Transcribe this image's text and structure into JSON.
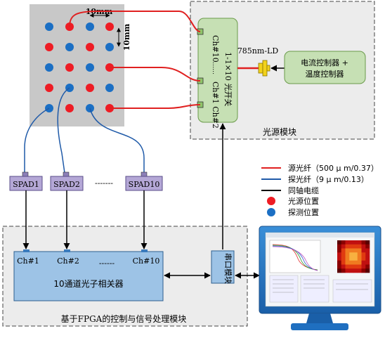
{
  "grid": {
    "spacing_h": "10mm",
    "spacing_v": "10mm",
    "rows": [
      [
        "detector",
        "source",
        "detector",
        "source"
      ],
      [
        "source",
        "detector",
        "source",
        "detector"
      ],
      [
        "detector",
        "source",
        "detector",
        "source"
      ],
      [
        "source",
        "detector",
        "source",
        "detector"
      ],
      [
        "detector",
        "source",
        "detector",
        "source"
      ]
    ]
  },
  "light_module": {
    "label": "光源模块",
    "switch_top": "Ch#10",
    "switch_dots": "……",
    "switch_name": "1-1×10 光开关",
    "switch_bottom": "Ch#1 Ch#2",
    "laser_label": "785nm-LD",
    "controller_line1": "电流控制器 +",
    "controller_line2": "温度控制器"
  },
  "spads": [
    "SPAD1",
    "SPAD2",
    "-------",
    "SPAD10"
  ],
  "legend": [
    {
      "kind": "line",
      "color": "#e02020",
      "text": "源光纤（500 μ m/0.37）"
    },
    {
      "kind": "line",
      "color": "#1f5aa8",
      "text": "探光纤（9 μ m/0.13）"
    },
    {
      "kind": "line",
      "color": "#000000",
      "text": "同轴电缆"
    },
    {
      "kind": "dot",
      "color": "#ee1c24",
      "text": "光源位置"
    },
    {
      "kind": "dot",
      "color": "#1b6fc4",
      "text": "探测位置"
    }
  ],
  "fpga": {
    "label": "基于FPGA的控制与信号处理模块",
    "correlator": "10通道光子相关器",
    "channels": [
      "Ch#1",
      "Ch#2",
      "------",
      "Ch#10"
    ],
    "serial": "串口模块"
  },
  "colors": {
    "source": "#ee1c24",
    "detector": "#1b6fc4",
    "green_box": "#c6e0b4",
    "blue_box": "#9dc3e6",
    "spad_box": "#b4a7d6",
    "module_bg": "#ececec",
    "grid_bg": "#c8c8c8"
  }
}
